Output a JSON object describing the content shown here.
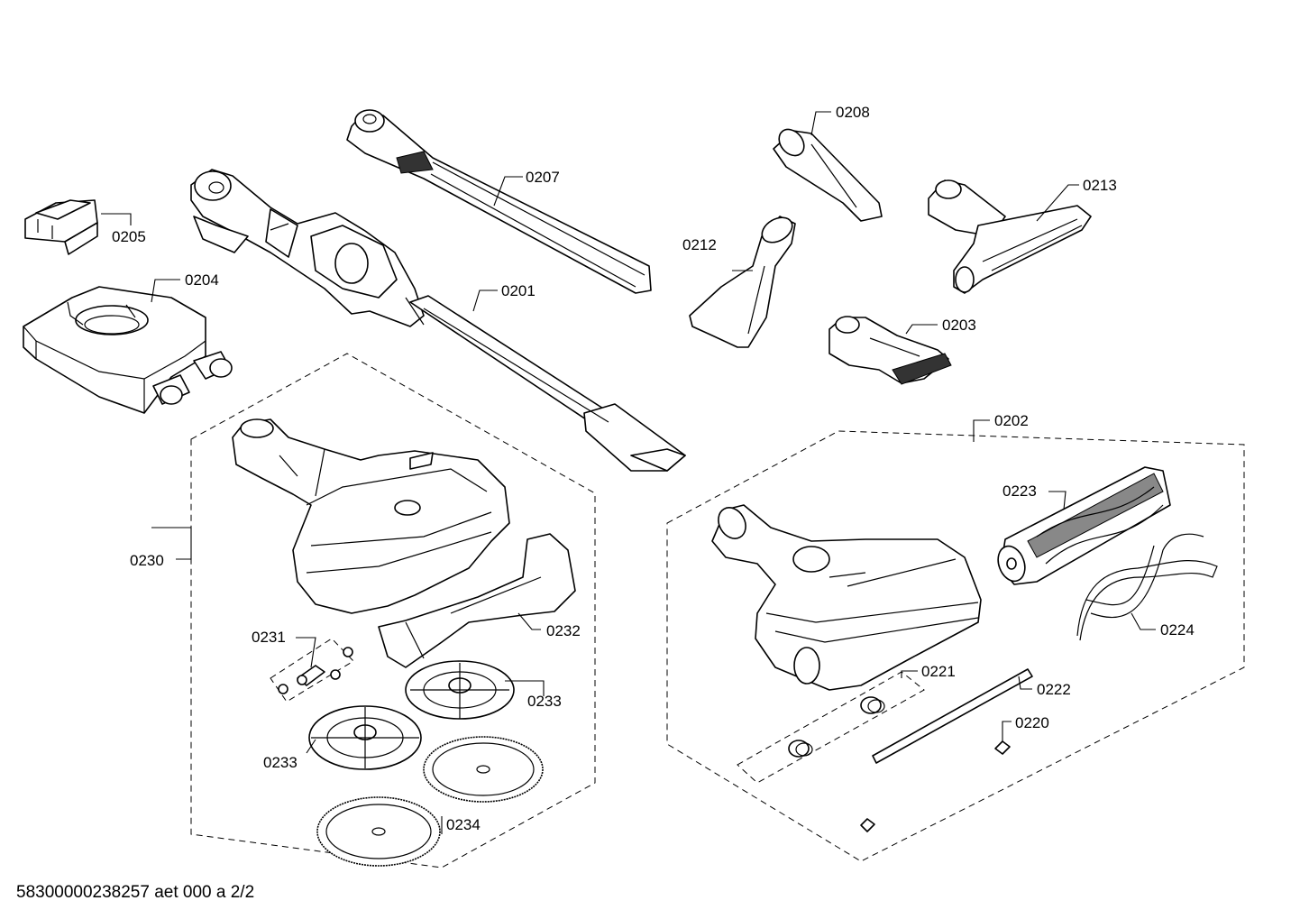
{
  "diagram": {
    "footer_text": "58300000238257 aet 000 a 2/2",
    "callouts": {
      "c0205": "0205",
      "c0204": "0204",
      "c0207": "0207",
      "c0201": "0201",
      "c0208": "0208",
      "c0213": "0213",
      "c0212": "0212",
      "c0203": "0203",
      "c0202": "0202",
      "c0223": "0223",
      "c0224": "0224",
      "c0221": "0221",
      "c0222": "0222",
      "c0220": "0220",
      "c0230": "0230",
      "c0231": "0231",
      "c0232": "0232",
      "c0233a": "0233",
      "c0233b": "0233",
      "c0234": "0234"
    }
  }
}
